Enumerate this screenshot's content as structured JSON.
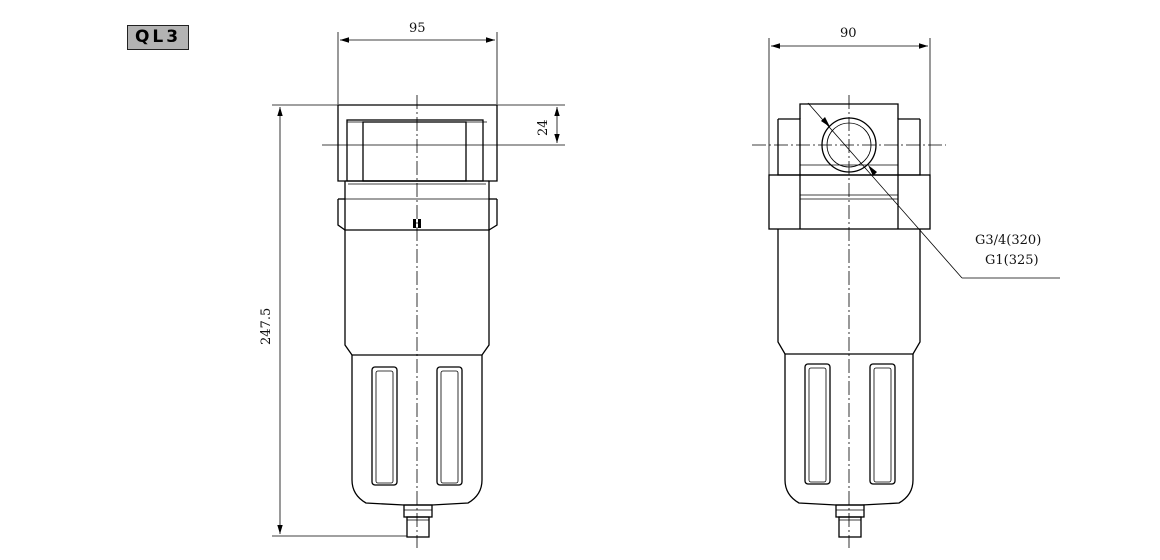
{
  "model_label": "QL3",
  "front_view": {
    "width_dim": "95",
    "top_height_dim": "24",
    "total_height_dim": "247.5"
  },
  "side_view": {
    "width_dim": "90",
    "port_callout_line1": "G3/4(320)",
    "port_callout_line2": "G1(325)"
  }
}
